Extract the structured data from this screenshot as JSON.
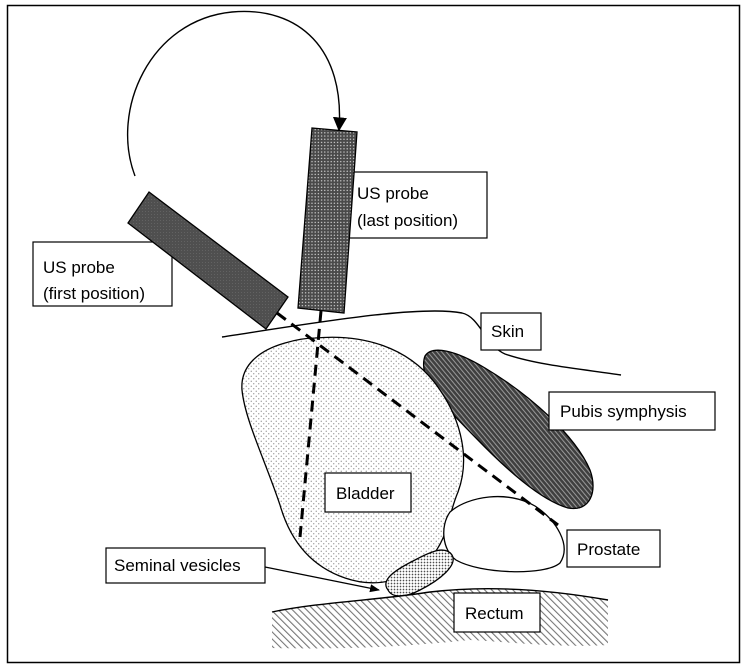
{
  "labels": {
    "probe_last": [
      "US probe",
      "(last position)"
    ],
    "probe_first": [
      "US probe",
      "(first position)"
    ],
    "skin": "Skin",
    "pubis_symphysis": "Pubis symphysis",
    "bladder": "Bladder",
    "prostate": "Prostate",
    "seminal_vesicles": "Seminal vesicles",
    "rectum": "Rectum"
  },
  "colors": {
    "outline": "#000000",
    "label_box": "#ffffff",
    "probe_first": "#4f4f4f",
    "probe_last": "#4a4a4a",
    "pubis_symphysis": "#3f3f3f"
  }
}
